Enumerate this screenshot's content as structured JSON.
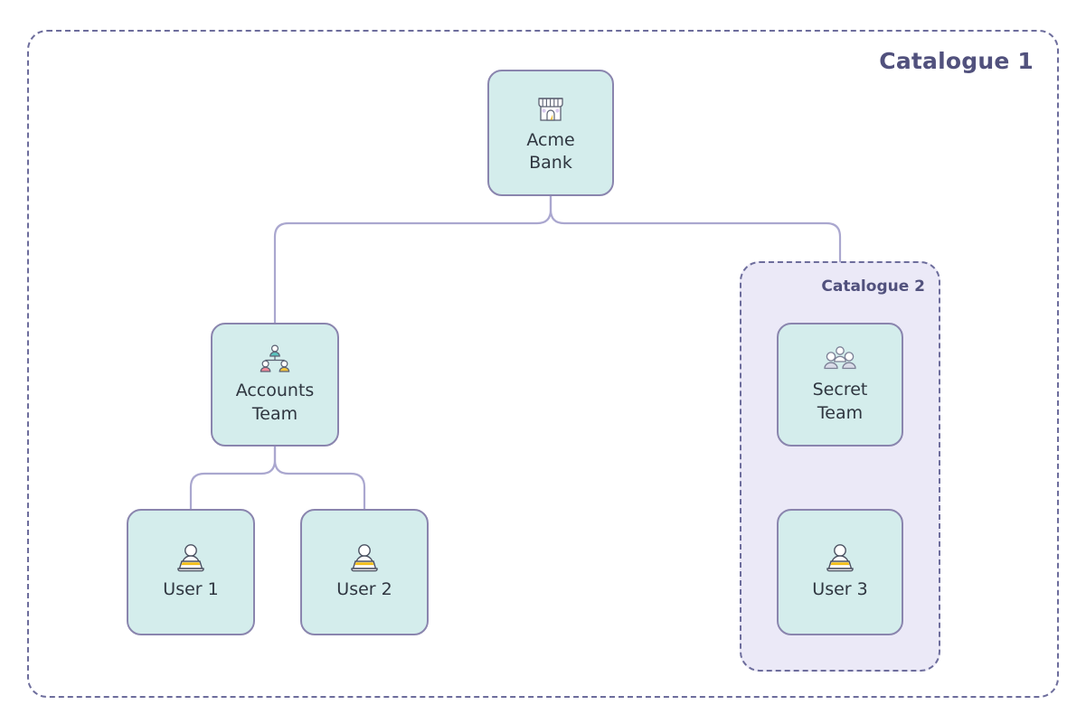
{
  "diagram": {
    "type": "org-hierarchy-tree",
    "background_color": "#ffffff",
    "accent_color": "#6d6d9c",
    "node_fill_color": "#d4edec",
    "node_border_color": "#8a85ae",
    "group_fill_color": "#ebe9f7",
    "label_color": "#2f3640"
  },
  "groups": [
    {
      "id": "catalogue-1",
      "label": "Catalogue 1",
      "label_position": "top-right",
      "border_style": "dashed"
    },
    {
      "id": "catalogue-2",
      "label": "Catalogue 2",
      "label_position": "top-right",
      "border_style": "dashed"
    }
  ],
  "nodes": [
    {
      "id": "acme-bank",
      "label": "Acme\nBank",
      "icon": "storefront-icon",
      "group": "catalogue-1"
    },
    {
      "id": "accounts-team",
      "label": "Accounts\nTeam",
      "icon": "org-chart-people-icon",
      "group": "catalogue-1"
    },
    {
      "id": "secret-team",
      "label": "Secret\nTeam",
      "icon": "people-group-icon",
      "group": "catalogue-2"
    },
    {
      "id": "user-1",
      "label": "User 1",
      "icon": "person-laptop-icon",
      "group": "catalogue-1"
    },
    {
      "id": "user-2",
      "label": "User 2",
      "icon": "person-laptop-icon",
      "group": "catalogue-1"
    },
    {
      "id": "user-3",
      "label": "User 3",
      "icon": "person-laptop-icon",
      "group": "catalogue-2"
    }
  ],
  "edges": [
    {
      "from": "acme-bank",
      "to": "accounts-team"
    },
    {
      "from": "acme-bank",
      "to": "catalogue-2"
    },
    {
      "from": "accounts-team",
      "to": "user-1"
    },
    {
      "from": "accounts-team",
      "to": "user-2"
    }
  ]
}
